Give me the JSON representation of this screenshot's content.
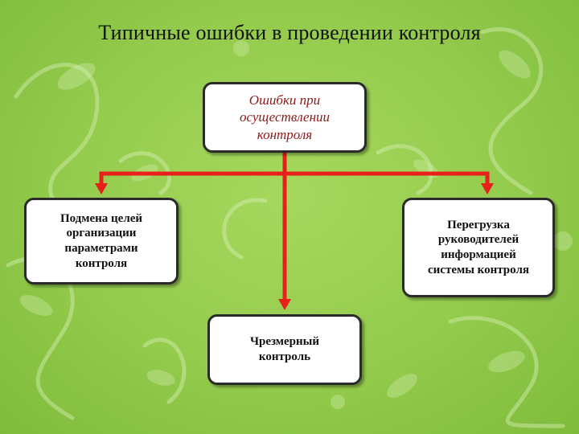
{
  "title": "Типичные ошибки в проведении контроля",
  "root": {
    "label_lines": [
      "Ошибки при",
      "осуществлении",
      "контроля"
    ]
  },
  "children": [
    {
      "label_lines": [
        "Подмена целей",
        "организации",
        "параметрами",
        "контроля"
      ]
    },
    {
      "label_lines": [
        "Перегрузка",
        "руководителей",
        "информацией",
        "системы контроля"
      ]
    },
    {
      "label_lines": [
        "Чрезмерный",
        "контроль"
      ]
    }
  ],
  "colors": {
    "background": "#93cb4c",
    "connector": "#e8201c",
    "root_text": "#8b1a1a",
    "box_border": "#2a2a2a"
  }
}
